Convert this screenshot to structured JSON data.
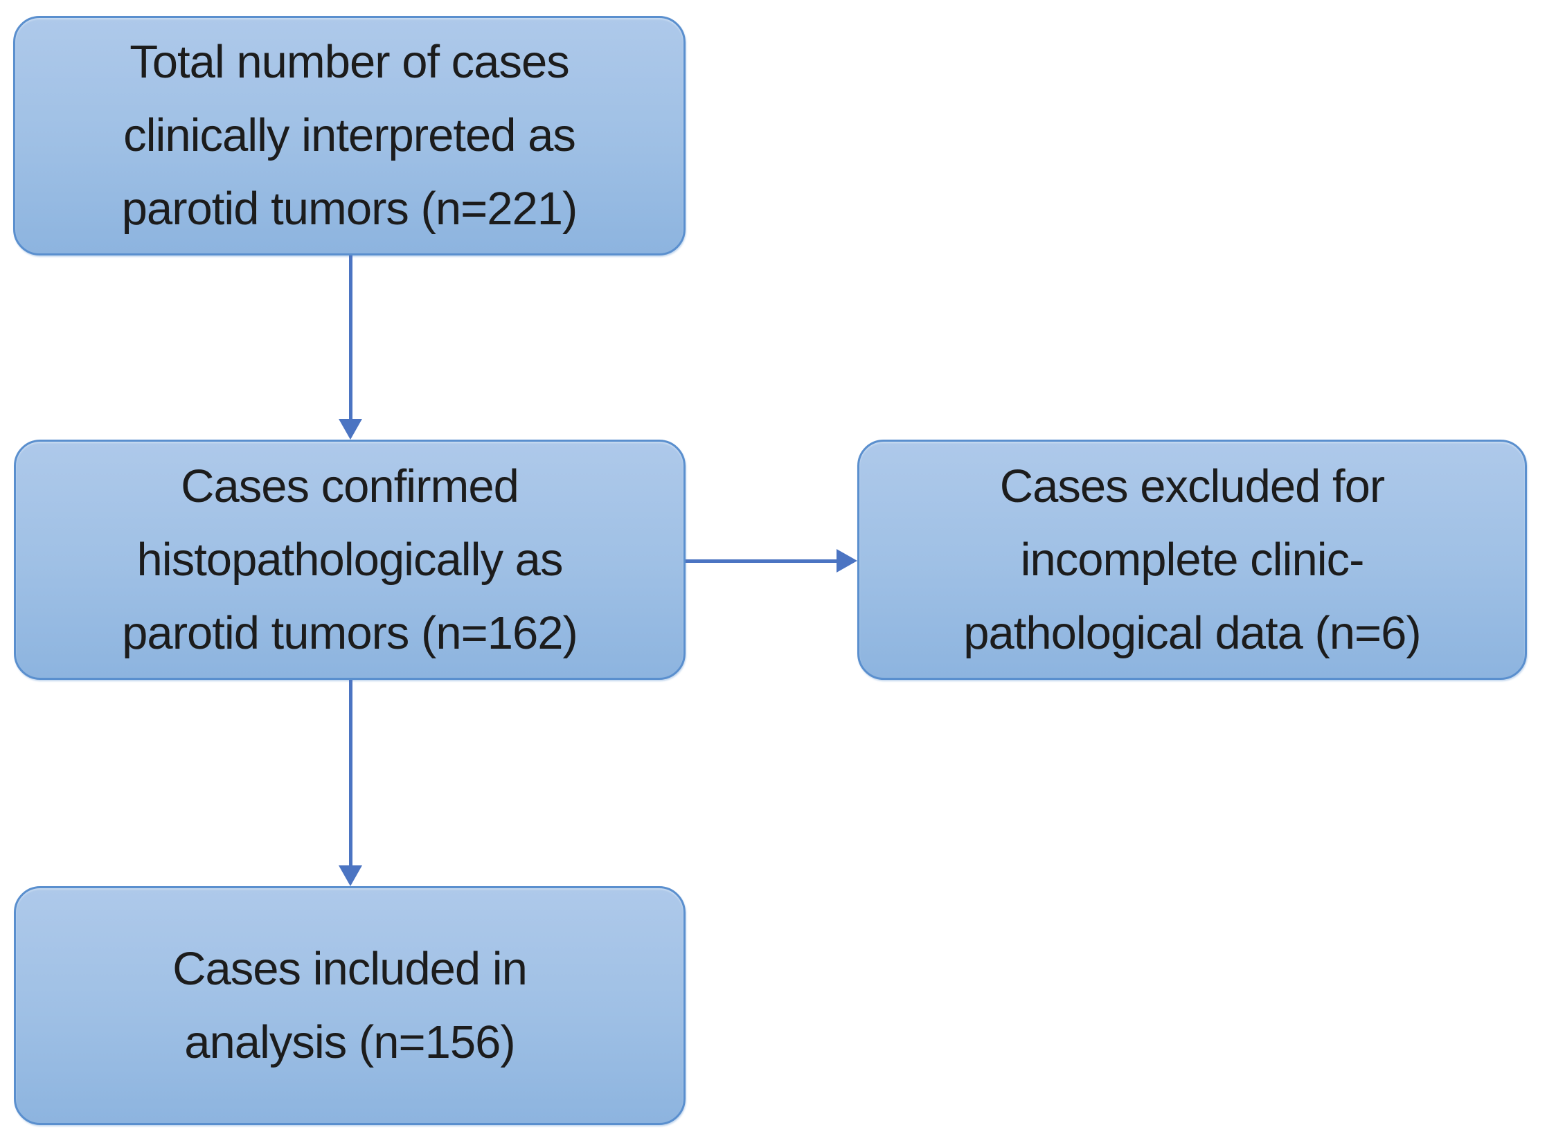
{
  "flowchart": {
    "nodes": [
      {
        "id": "total-cases",
        "lines": [
          "Total number of cases",
          "clinically interpreted as",
          "parotid tumors (n=221)"
        ]
      },
      {
        "id": "confirmed-cases",
        "lines": [
          "Cases confirmed",
          "histopathologically as",
          "parotid tumors (n=162)"
        ]
      },
      {
        "id": "excluded-cases",
        "lines": [
          "Cases excluded for",
          "incomplete clinic-",
          "pathological data (n=6)"
        ]
      },
      {
        "id": "included-cases",
        "lines": [
          "Cases included in",
          "analysis (n=156)"
        ]
      }
    ],
    "edges": [
      {
        "from": "total-cases",
        "to": "confirmed-cases",
        "direction": "down"
      },
      {
        "from": "confirmed-cases",
        "to": "excluded-cases",
        "direction": "right"
      },
      {
        "from": "confirmed-cases",
        "to": "included-cases",
        "direction": "down"
      }
    ],
    "colors": {
      "node_fill_top": "#aec9ea",
      "node_fill_mid": "#9fc0e5",
      "node_fill_bottom": "#8db4df",
      "node_border": "#5a8fce",
      "arrow": "#4b74c2",
      "text": "#1c1c1c",
      "background": "#ffffff"
    }
  }
}
